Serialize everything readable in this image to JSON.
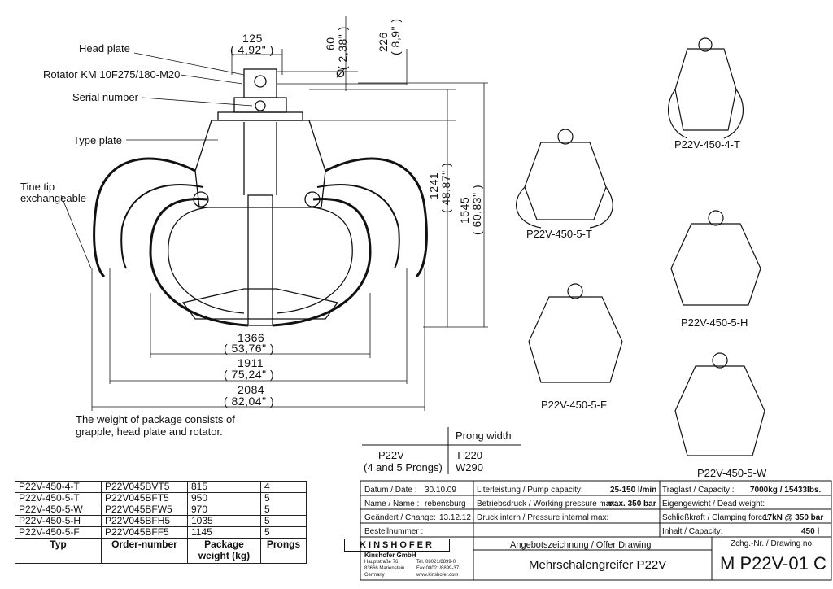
{
  "callouts": {
    "head_plate": "Head plate",
    "rotator": "Rotator KM 10F275/180-M20",
    "serial": "Serial number",
    "type_plate": "Type plate",
    "tine_tip_1": "Tine tip",
    "tine_tip_2": "exchangeable"
  },
  "dimensions": {
    "d125": "125",
    "d125_in": "( 4,92\" )",
    "d60": "60",
    "d60_in": "( 2,38\" )",
    "d226": "226",
    "d226_in": "( 8,9\" )",
    "d1241": "1241",
    "d1241_in": "( 48,87\" )",
    "d1545": "1545",
    "d1545_in": "( 60,83\" )",
    "d1366": "1366",
    "d1366_in": "( 53,76\" )",
    "d1911": "1911",
    "d1911_in": "( 75,24\" )",
    "d2084": "2084",
    "d2084_in": "( 82,04\" )",
    "dia": "Ø"
  },
  "note": {
    "line1": "The weight of package consists of",
    "line2": "grapple, head plate and rotator."
  },
  "prong_table": {
    "header": "Prong width",
    "model": "P22V",
    "model_sub": "(4 and 5 Prongs)",
    "w1": "T 220",
    "w2": "W290"
  },
  "variants": {
    "v4t": "P22V-450-4-T",
    "v5t": "P22V-450-5-T",
    "v5h": "P22V-450-5-H",
    "v5f": "P22V-450-5-F",
    "v5w": "P22V-450-5-W"
  },
  "parts": {
    "rows": [
      [
        "P22V-450-4-T",
        "P22V045BVT5",
        "815",
        "4"
      ],
      [
        "P22V-450-5-T",
        "P22V045BFT5",
        "950",
        "5"
      ],
      [
        "P22V-450-5-W",
        "P22V045BFW5",
        "970",
        "5"
      ],
      [
        "P22V-450-5-H",
        "P22V045BFH5",
        "1035",
        "5"
      ],
      [
        "P22V-450-5-F",
        "P22V045BFF5",
        "1145",
        "5"
      ]
    ],
    "headers": [
      "Typ",
      "Order-number",
      "Package weight (kg)",
      "Prongs"
    ]
  },
  "titleblock": {
    "datum_label": "Datum / Date :",
    "datum": "30.10.09",
    "name_label": "Name / Name :",
    "name": "rebensburg",
    "changed_label": "Geändert / Change:",
    "changed": "13.12.12",
    "order_label": "Bestellnummer :",
    "pump_label": "Literleistung / Pump capacity:",
    "pump": "25-150 l/min",
    "work_label": "Betriebsdruck / Working pressure max:",
    "work": "max. 350 bar",
    "int_label": "Druck intern / Pressure internal max:",
    "load_label": "Traglast / Capacity :",
    "load": "7000kg / 15433lbs.",
    "dead_label": "Eigengewicht / Dead weight:",
    "clamp_label": "Schließkraft / Clamping force:",
    "clamp": "17kN @ 350 bar",
    "vol_label": "Inhalt / Capacity:",
    "vol": "450 l",
    "offer": "Angebotszeichnung / Offer Drawing",
    "title": "Mehrschalengreifer P22V",
    "drawno_label": "Zchg.-Nr. / Drawing no.",
    "drawno": "M P22V-01 C",
    "company": "Kinshofer GmbH",
    "addr1": "Hauptstraße 76",
    "addr2": "83666 Marienstein",
    "addr3": "Germany",
    "tel": "Tel. 08021/8899-0",
    "fax": "Fax 08021/8899-37",
    "web": "www.kinshofer.com",
    "logo": "KINSHOFER"
  }
}
